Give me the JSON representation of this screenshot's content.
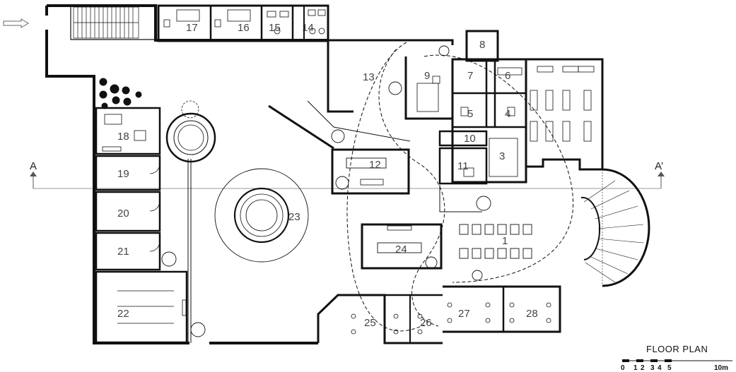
{
  "title": "FLOOR PLAN",
  "section_line": {
    "start_label": "A",
    "end_label": "A’"
  },
  "scale_bar": {
    "ticks": [
      "0",
      "1",
      "2",
      "3",
      "4",
      "5"
    ],
    "end_label": "10m"
  },
  "rooms": [
    {
      "id": "1",
      "label": "1"
    },
    {
      "id": "3",
      "label": "3"
    },
    {
      "id": "4",
      "label": "4"
    },
    {
      "id": "5",
      "label": "5"
    },
    {
      "id": "6",
      "label": "6"
    },
    {
      "id": "7",
      "label": "7"
    },
    {
      "id": "8",
      "label": "8"
    },
    {
      "id": "9",
      "label": "9"
    },
    {
      "id": "10",
      "label": "10"
    },
    {
      "id": "11",
      "label": "11"
    },
    {
      "id": "12",
      "label": "12"
    },
    {
      "id": "13",
      "label": "13"
    },
    {
      "id": "14",
      "label": "14"
    },
    {
      "id": "15",
      "label": "15"
    },
    {
      "id": "16",
      "label": "16"
    },
    {
      "id": "17",
      "label": "17"
    },
    {
      "id": "18",
      "label": "18"
    },
    {
      "id": "19",
      "label": "19"
    },
    {
      "id": "20",
      "label": "20"
    },
    {
      "id": "21",
      "label": "21"
    },
    {
      "id": "22",
      "label": "22"
    },
    {
      "id": "23",
      "label": "23"
    },
    {
      "id": "24",
      "label": "24"
    },
    {
      "id": "25",
      "label": "25"
    },
    {
      "id": "26",
      "label": "26"
    },
    {
      "id": "27",
      "label": "27"
    },
    {
      "id": "28",
      "label": "28"
    }
  ]
}
